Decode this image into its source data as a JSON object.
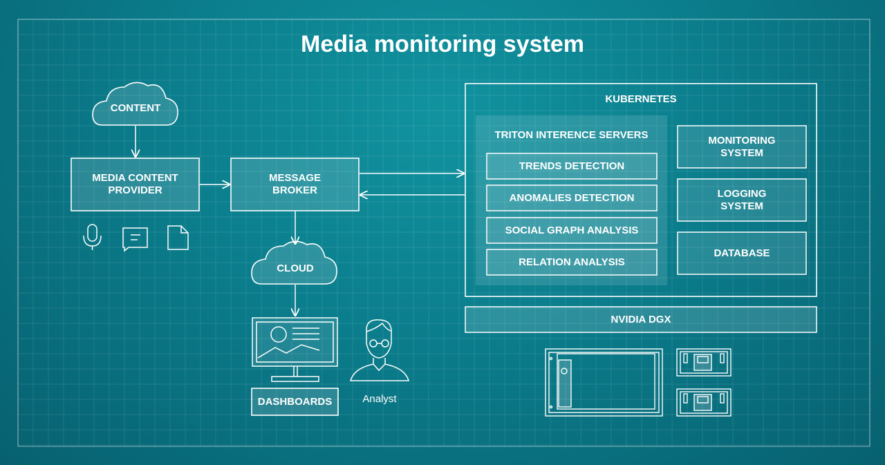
{
  "title": "Media monitoring system",
  "nodes": {
    "content": "CONTENT",
    "media_content_provider": "MEDIA CONTENT\nPROVIDER",
    "message_broker": "MESSAGE\nBROKER",
    "cloud": "CLOUD",
    "dashboards": "DASHBOARDS",
    "analyst": "Analyst",
    "kubernetes": "KUBERNETES",
    "triton": "TRITON INTERENCE SERVERS",
    "trends_detection": "TRENDS DETECTION",
    "anomalies_detection": "ANOMALIES DETECTION",
    "social_graph_analysis": "SOCIAL GRAPH ANALYSIS",
    "relation_analysis": "RELATION ANALYSIS",
    "monitoring_system": "MONITORING\nSYSTEM",
    "logging_system": "LOGGING\nSYSTEM",
    "database": "DATABASE",
    "nvidia_dgx": "NVIDIA DGX"
  },
  "icons": [
    "microphone-icon",
    "chat-bubble-icon",
    "document-icon",
    "monitor-icon",
    "analyst-person-icon",
    "nvidia-dgx-hardware-icon"
  ],
  "colors": {
    "background": "#0b7d8c",
    "line": "#ffffff",
    "panel": "#ffffff"
  }
}
